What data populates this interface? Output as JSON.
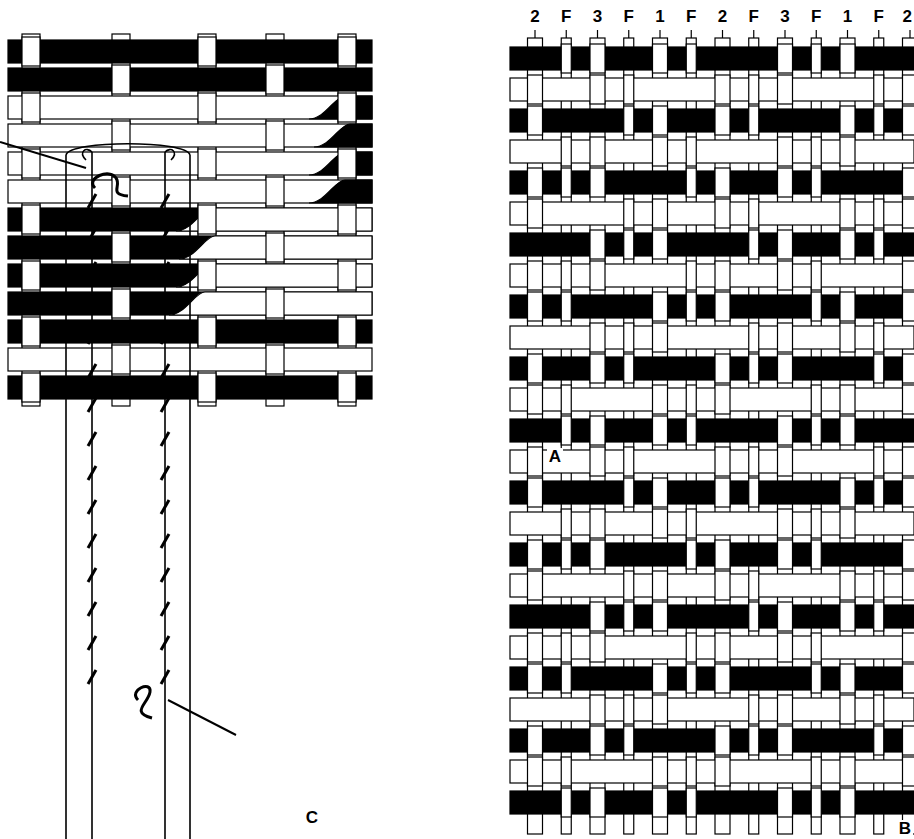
{
  "diagram": {
    "labels": [
      "2",
      "F",
      "3",
      "F",
      "1",
      "F",
      "2",
      "F",
      "3",
      "F",
      "1",
      "F",
      "2",
      "A",
      "C",
      "B"
    ]
  }
}
